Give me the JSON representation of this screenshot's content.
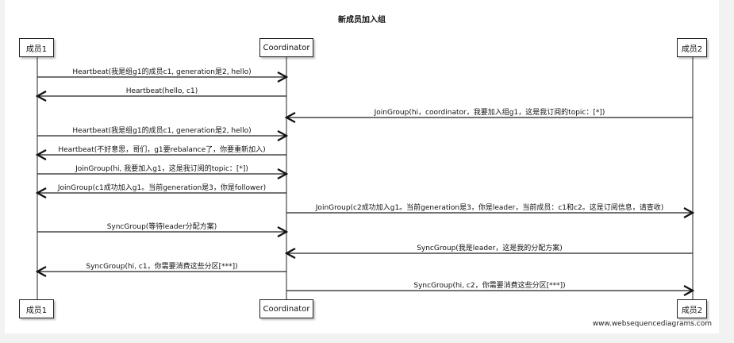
{
  "diagram": {
    "title": "新成员加入组",
    "participants": [
      {
        "id": "m1",
        "label": "成员1"
      },
      {
        "id": "co",
        "label": "Coordinator"
      },
      {
        "id": "m2",
        "label": "成员2"
      }
    ],
    "messages": [
      {
        "from": "m1",
        "to": "co",
        "label": "Heartbeat(我是组g1的成员c1, generation是2, hello)"
      },
      {
        "from": "co",
        "to": "m1",
        "label": "Heartbeat(hello, c1)"
      },
      {
        "from": "m2",
        "to": "co",
        "label": "JoinGroup(hi，coordinator，我要加入组g1，这是我订阅的topic：[*])"
      },
      {
        "from": "m1",
        "to": "co",
        "label": "Heartbeat(我是组g1的成员c1, generation是2, hello)"
      },
      {
        "from": "co",
        "to": "m1",
        "label": "Heartbeat(不好意思，哥们，g1要rebalance了，你要重新加入)"
      },
      {
        "from": "m1",
        "to": "co",
        "label": "JoinGroup(hi, 我要加入g1，这是我订阅的topic：[*])"
      },
      {
        "from": "co",
        "to": "m1",
        "label": "JoinGroup(c1成功加入g1。当前generation是3，你是follower)"
      },
      {
        "from": "co",
        "to": "m2",
        "label": "JoinGroup(c2成功加入g1。当前generation是3，你是leader，当前成员：c1和c2。这是订阅信息，请查收)"
      },
      {
        "from": "m1",
        "to": "co",
        "label": "SyncGroup(等待leader分配方案)"
      },
      {
        "from": "m2",
        "to": "co",
        "label": "SyncGroup(我是leader，这是我的分配方案)"
      },
      {
        "from": "co",
        "to": "m1",
        "label": "SyncGroup(hi, c1，你需要消费这些分区[***])"
      },
      {
        "from": "co",
        "to": "m2",
        "label": "SyncGroup(hi, c2，你需要消费这些分区[***])"
      }
    ]
  },
  "watermark": "www.websequencediagrams.com"
}
